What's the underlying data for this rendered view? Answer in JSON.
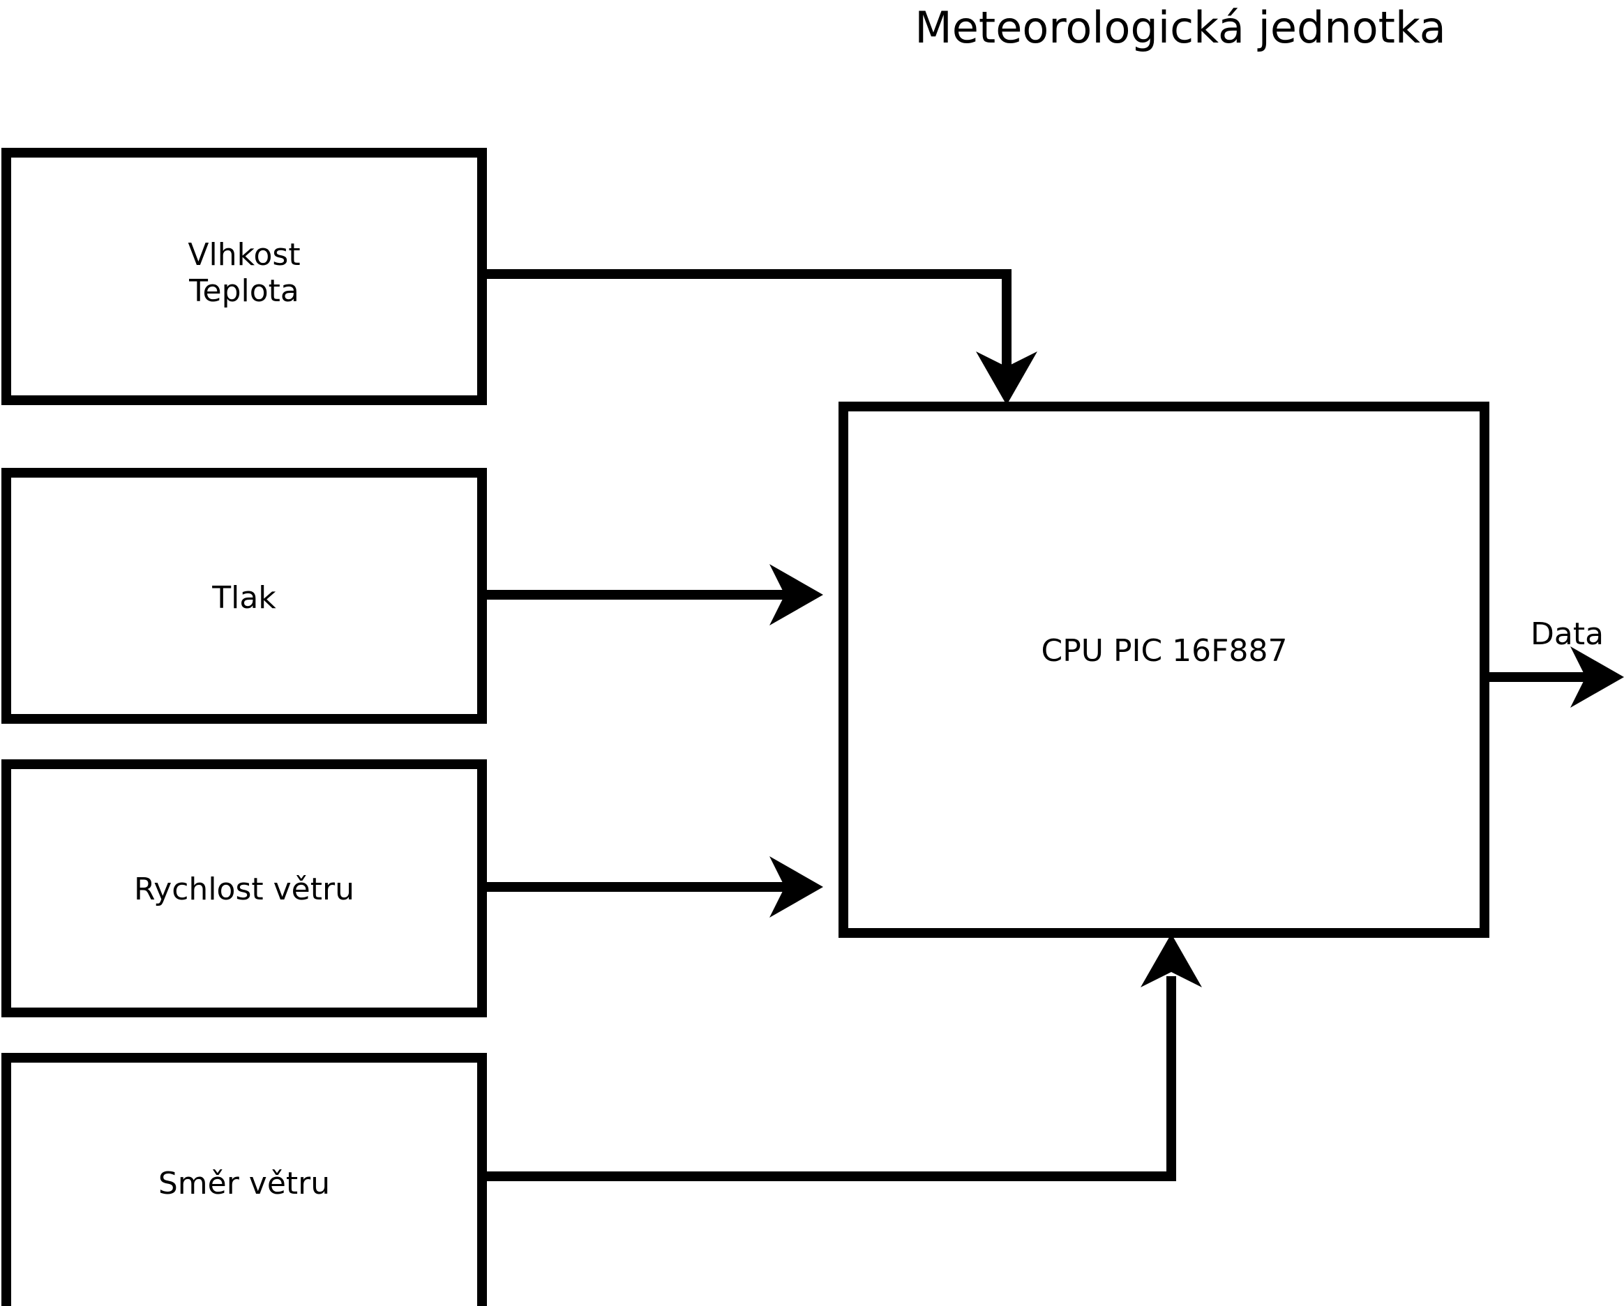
{
  "title": "Meteorologická jednotka",
  "diagram": {
    "type": "block-diagram",
    "background_color": "#ffffff",
    "line_color": "#000000",
    "blocks": [
      {
        "id": "humidity-temperature",
        "label": "Vlhkost\nTeplota",
        "role": "sensor-input"
      },
      {
        "id": "pressure",
        "label": "Tlak",
        "role": "sensor-input"
      },
      {
        "id": "wind-speed",
        "label": "Rychlost větru",
        "role": "sensor-input"
      },
      {
        "id": "wind-direction",
        "label": "Směr větru",
        "role": "sensor-input"
      },
      {
        "id": "cpu",
        "label": "CPU PIC 16F887",
        "role": "processor"
      }
    ],
    "connections": [
      {
        "from": "humidity-temperature",
        "to": "cpu",
        "arrow": "down",
        "label": ""
      },
      {
        "from": "pressure",
        "to": "cpu",
        "arrow": "right",
        "label": ""
      },
      {
        "from": "wind-speed",
        "to": "cpu",
        "arrow": "right",
        "label": ""
      },
      {
        "from": "wind-direction",
        "to": "cpu",
        "arrow": "up",
        "label": ""
      },
      {
        "from": "cpu",
        "to": "output",
        "arrow": "right",
        "label": "Data"
      }
    ],
    "output_label": "Data"
  }
}
